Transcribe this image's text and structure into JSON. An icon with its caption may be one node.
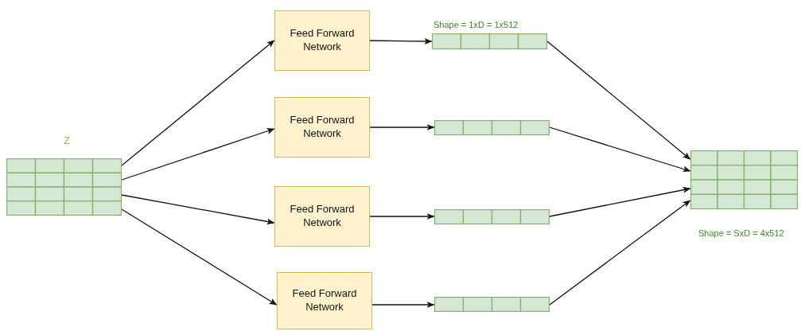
{
  "diagram": {
    "nodes": [
      {
        "text": [
          "Z"
        ]
      },
      {
        "text": [
          "Feed Forward Network"
        ]
      },
      {
        "text": [
          "Feed Forward Network"
        ]
      },
      {
        "text": [
          "Feed Forward Network"
        ]
      },
      {
        "text": [
          "Feed Forward Network"
        ]
      },
      {
        "text": [
          "Shape = 1xD = 1x512"
        ]
      },
      {
        "text": [],
        "shape": "bar"
      },
      {
        "text": [],
        "shape": "bar"
      },
      {
        "text": [],
        "shape": "bar"
      },
      {
        "text": [
          "Shape = SxD = 4x512"
        ]
      }
    ],
    "edges": [
      {
        "from": 0,
        "to": 1,
        "arrow": "to"
      },
      {
        "from": 0,
        "to": 2,
        "arrow": "to"
      },
      {
        "from": 0,
        "to": 3,
        "arrow": "to"
      },
      {
        "from": 0,
        "to": 4,
        "arrow": "to"
      },
      {
        "from": 1,
        "to": 5,
        "arrow": "to"
      },
      {
        "from": 2,
        "to": 6,
        "arrow": "to"
      },
      {
        "from": 3,
        "to": 7,
        "arrow": "to"
      },
      {
        "from": 4,
        "to": 8,
        "arrow": "to"
      },
      {
        "from": 5,
        "to": 9,
        "arrow": "to"
      },
      {
        "from": 6,
        "to": 9,
        "arrow": "to"
      },
      {
        "from": 7,
        "to": 9,
        "arrow": "to"
      },
      {
        "from": 8,
        "to": 9,
        "arrow": "to"
      }
    ]
  }
}
